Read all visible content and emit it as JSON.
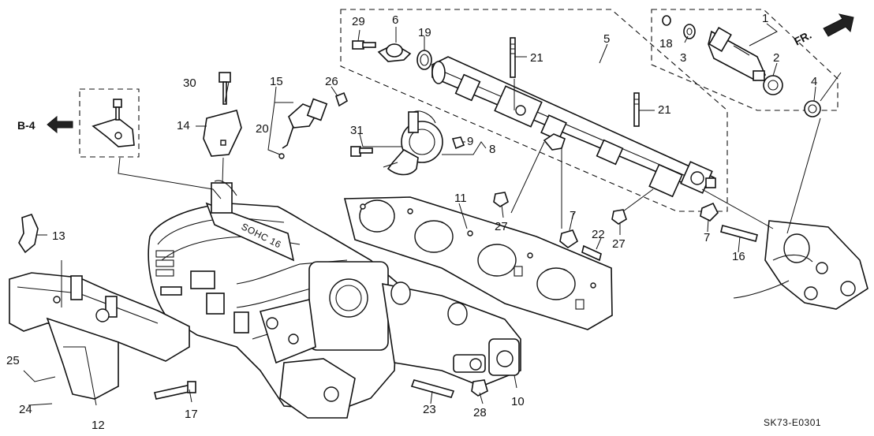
{
  "diagram": {
    "code": "SK73-E0301",
    "direction_label": "FR.",
    "reference_label": "B-4",
    "callouts": [
      "1",
      "2",
      "3",
      "4",
      "5",
      "6",
      "7",
      "7",
      "8",
      "9",
      "10",
      "11",
      "12",
      "13",
      "14",
      "15",
      "16",
      "17",
      "18",
      "19",
      "20",
      "21",
      "21",
      "22",
      "23",
      "24",
      "25",
      "26",
      "27",
      "27",
      "28",
      "29",
      "30",
      "31"
    ]
  }
}
